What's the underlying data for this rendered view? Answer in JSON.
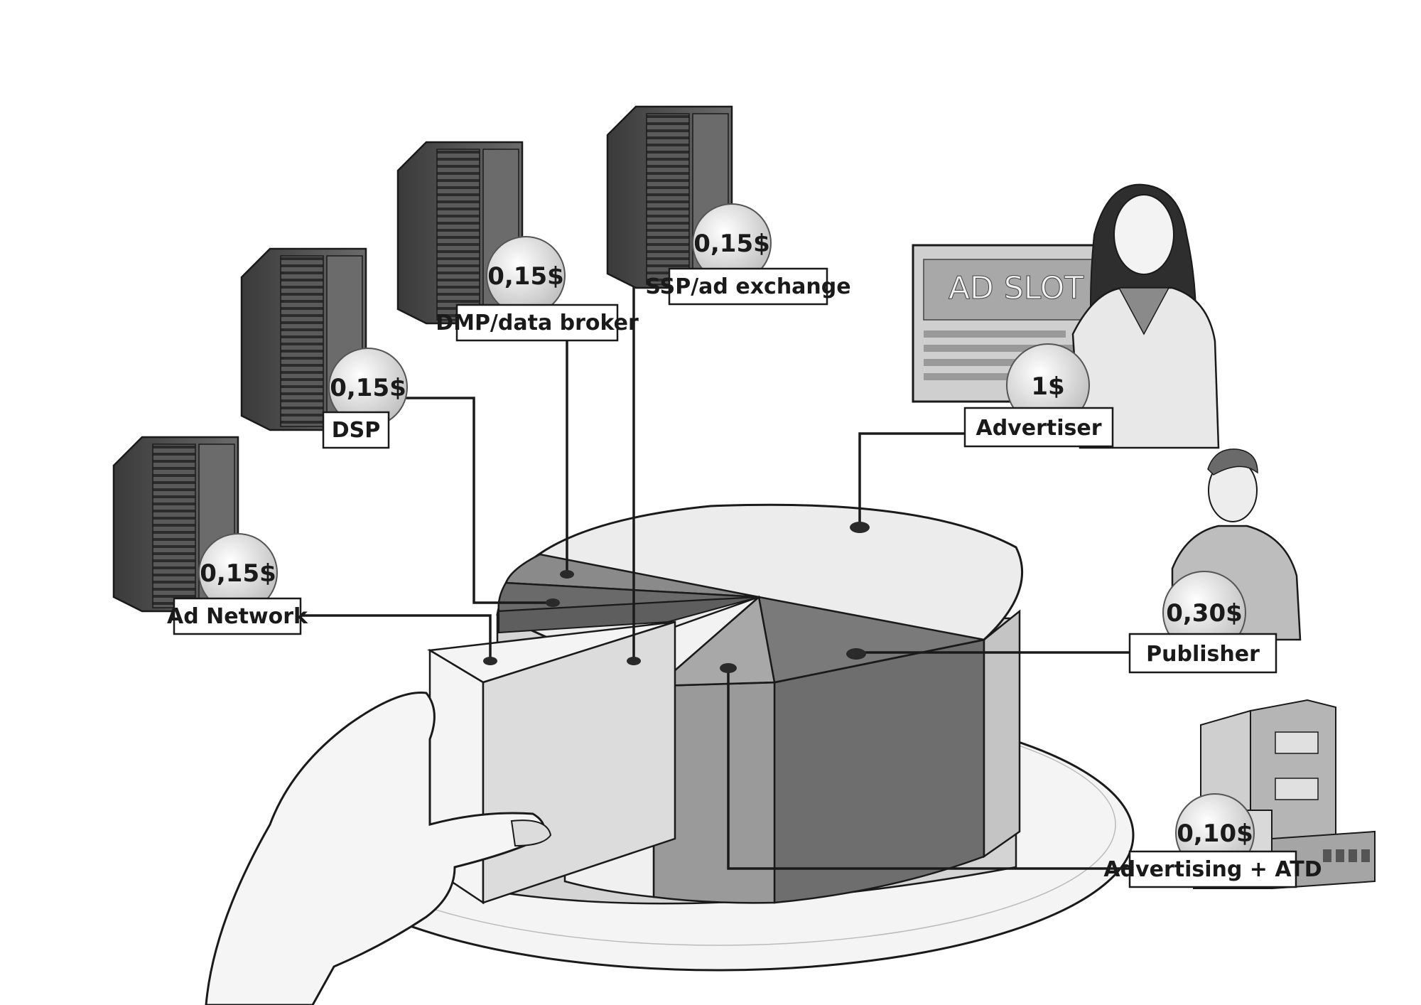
{
  "ad_slot_text": "AD SLOT",
  "nodes": [
    {
      "id": "ad-network",
      "label": "Ad Network",
      "price": "0,15$"
    },
    {
      "id": "dsp",
      "label": "DSP",
      "price": "0,15$"
    },
    {
      "id": "dmp",
      "label": "DMP/data broker",
      "price": "0,15$"
    },
    {
      "id": "ssp",
      "label": "SSP/ad exchange",
      "price": "0,15$"
    },
    {
      "id": "advertiser",
      "label": "Advertiser",
      "price": "1$"
    },
    {
      "id": "publisher",
      "label": "Publisher",
      "price": "0,30$"
    },
    {
      "id": "atd",
      "label": "Advertising + ATD",
      "price": "0,10$"
    }
  ],
  "colors": {
    "server_body": "#4a4a4a",
    "server_face": "#6b6b6b",
    "cake_light": "#ededed",
    "cake_dark": "#6e6e6e",
    "cake_mid": "#9a9a9a",
    "plate": "#f4f4f4",
    "coin": "#dcdcdc",
    "ink": "#1a1a1a"
  }
}
